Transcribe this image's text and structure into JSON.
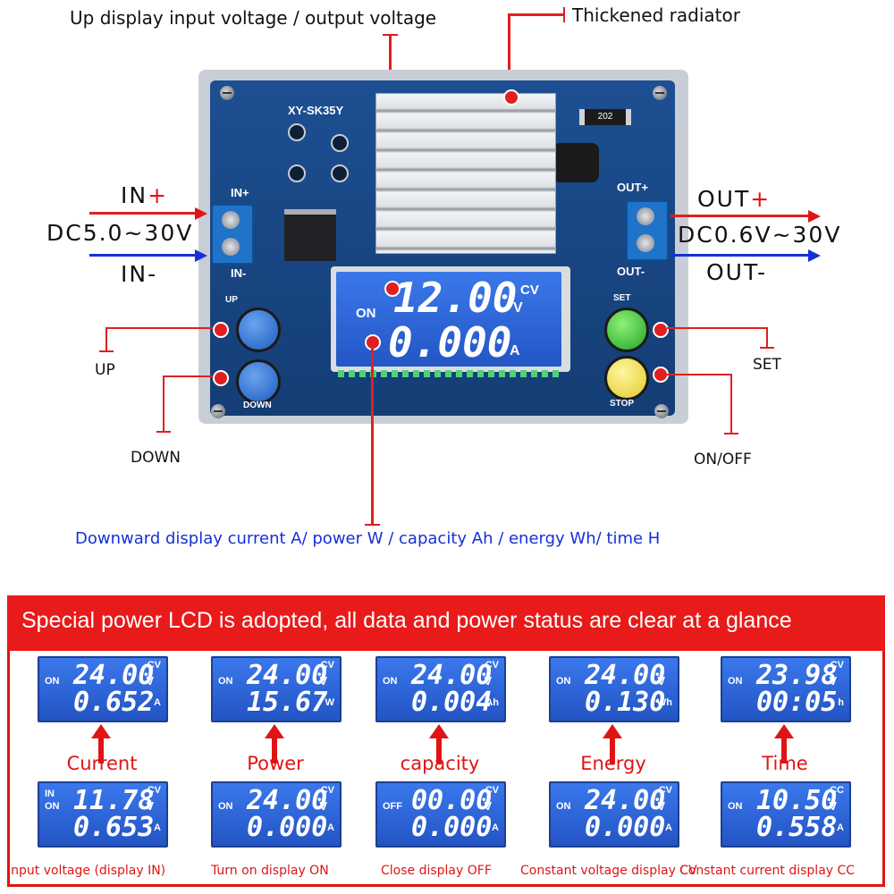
{
  "callouts": {
    "top_display": "Up display input voltage / output voltage",
    "radiator": "Thickened radiator",
    "in_plus_text": "IN",
    "plus_sign": "+",
    "in_range": "DC5.0~30V",
    "in_minus": "IN-",
    "out_plus_text": "OUT",
    "out_range": "DC0.6V~30V",
    "out_minus": "OUT-",
    "up": "UP",
    "down": "DOWN",
    "set": "SET",
    "on_off": "ON/OFF",
    "bottom_display": "Downward display current A/ power W / capacity Ah / energy Wh/ time H"
  },
  "board": {
    "model": "XY-SK35Y",
    "in_plus_label": "IN+",
    "in_minus_label": "IN-",
    "out_plus_label": "OUT+",
    "out_minus_label": "OUT-",
    "resistor_code": "202",
    "up_label": "UP",
    "down_label": "DOWN",
    "set_label": "SET",
    "stop_label": "STOP",
    "lcd": {
      "status": "ON",
      "top_value": "12.00",
      "top_mode": "CV",
      "top_unit": "V",
      "bottom_value": "0.000",
      "bottom_unit": "A"
    }
  },
  "panel": {
    "banner": "Special power LCD is adopted, all data and power status are clear at a glance",
    "row1": [
      {
        "status": "ON",
        "top": "24.00",
        "mode": "CV",
        "v": "V",
        "bottom": "0.652",
        "unit": "A",
        "caption": "Current"
      },
      {
        "status": "ON",
        "top": "24.00",
        "mode": "CV",
        "v": "V",
        "bottom": "15.67",
        "unit": "W",
        "caption": "Power"
      },
      {
        "status": "ON",
        "top": "24.00",
        "mode": "CV",
        "v": "V",
        "bottom": "0.004",
        "unit": "Ah",
        "caption": "capacity"
      },
      {
        "status": "ON",
        "top": "24.00",
        "mode": "",
        "v": "V",
        "bottom": "0.130",
        "unit": "Wh",
        "caption": "Energy"
      },
      {
        "status": "ON",
        "top": "23.98",
        "mode": "CV",
        "v": "V",
        "bottom": "00:05",
        "unit": "h",
        "caption": "Time"
      }
    ],
    "row2": [
      {
        "status_in": "IN",
        "status": "ON",
        "top": "11.78",
        "mode": "CV",
        "v": "V",
        "bottom": "0.653",
        "unit": "A",
        "caption": "Input voltage (display IN)"
      },
      {
        "status": "ON",
        "top": "24.00",
        "mode": "CV",
        "v": "V",
        "bottom": "0.000",
        "unit": "A",
        "caption": "Turn on display ON"
      },
      {
        "status": "OFF",
        "top": "00.00",
        "mode": "CV",
        "v": "V",
        "bottom": "0.000",
        "unit": "A",
        "caption": "Close display OFF"
      },
      {
        "status": "ON",
        "top": "24.00",
        "mode": "CV",
        "v": "V",
        "bottom": "0.000",
        "unit": "A",
        "caption": "Constant voltage display CV"
      },
      {
        "status": "ON",
        "top": "10.50",
        "mode": "CC",
        "v": "V",
        "bottom": "0.558",
        "unit": "A",
        "caption": "Constant current display CC"
      }
    ]
  },
  "colors": {
    "red": "#e01414",
    "blue": "#1530d8",
    "lcd": "#2f66d8",
    "board": "#1a4a8a"
  }
}
